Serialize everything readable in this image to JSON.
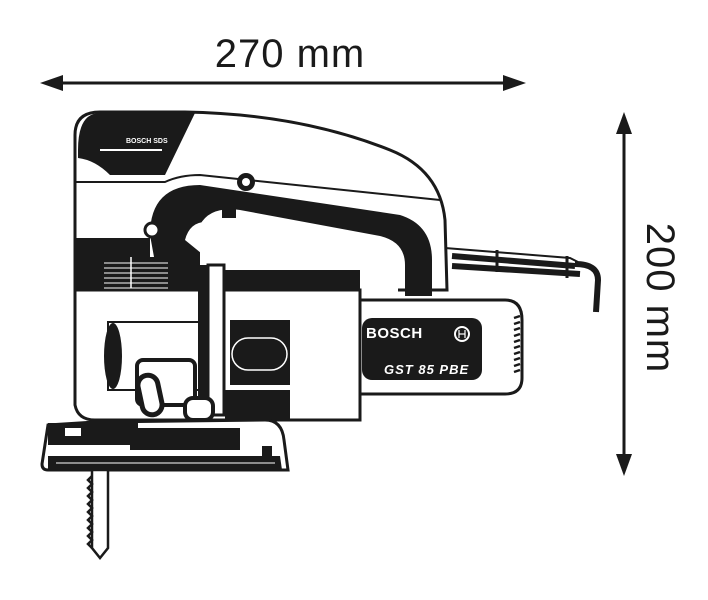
{
  "diagram": {
    "subject": "Jigsaw product dimension drawing",
    "dimensions": {
      "width_label": "270 mm",
      "height_label": "200 mm"
    },
    "labels": {
      "sds_badge": "BOSCH SDS",
      "brand": "BOSCH",
      "model": "GST 85 PBE"
    },
    "colors": {
      "ink": "#1a1a1a",
      "background": "#ffffff"
    }
  }
}
